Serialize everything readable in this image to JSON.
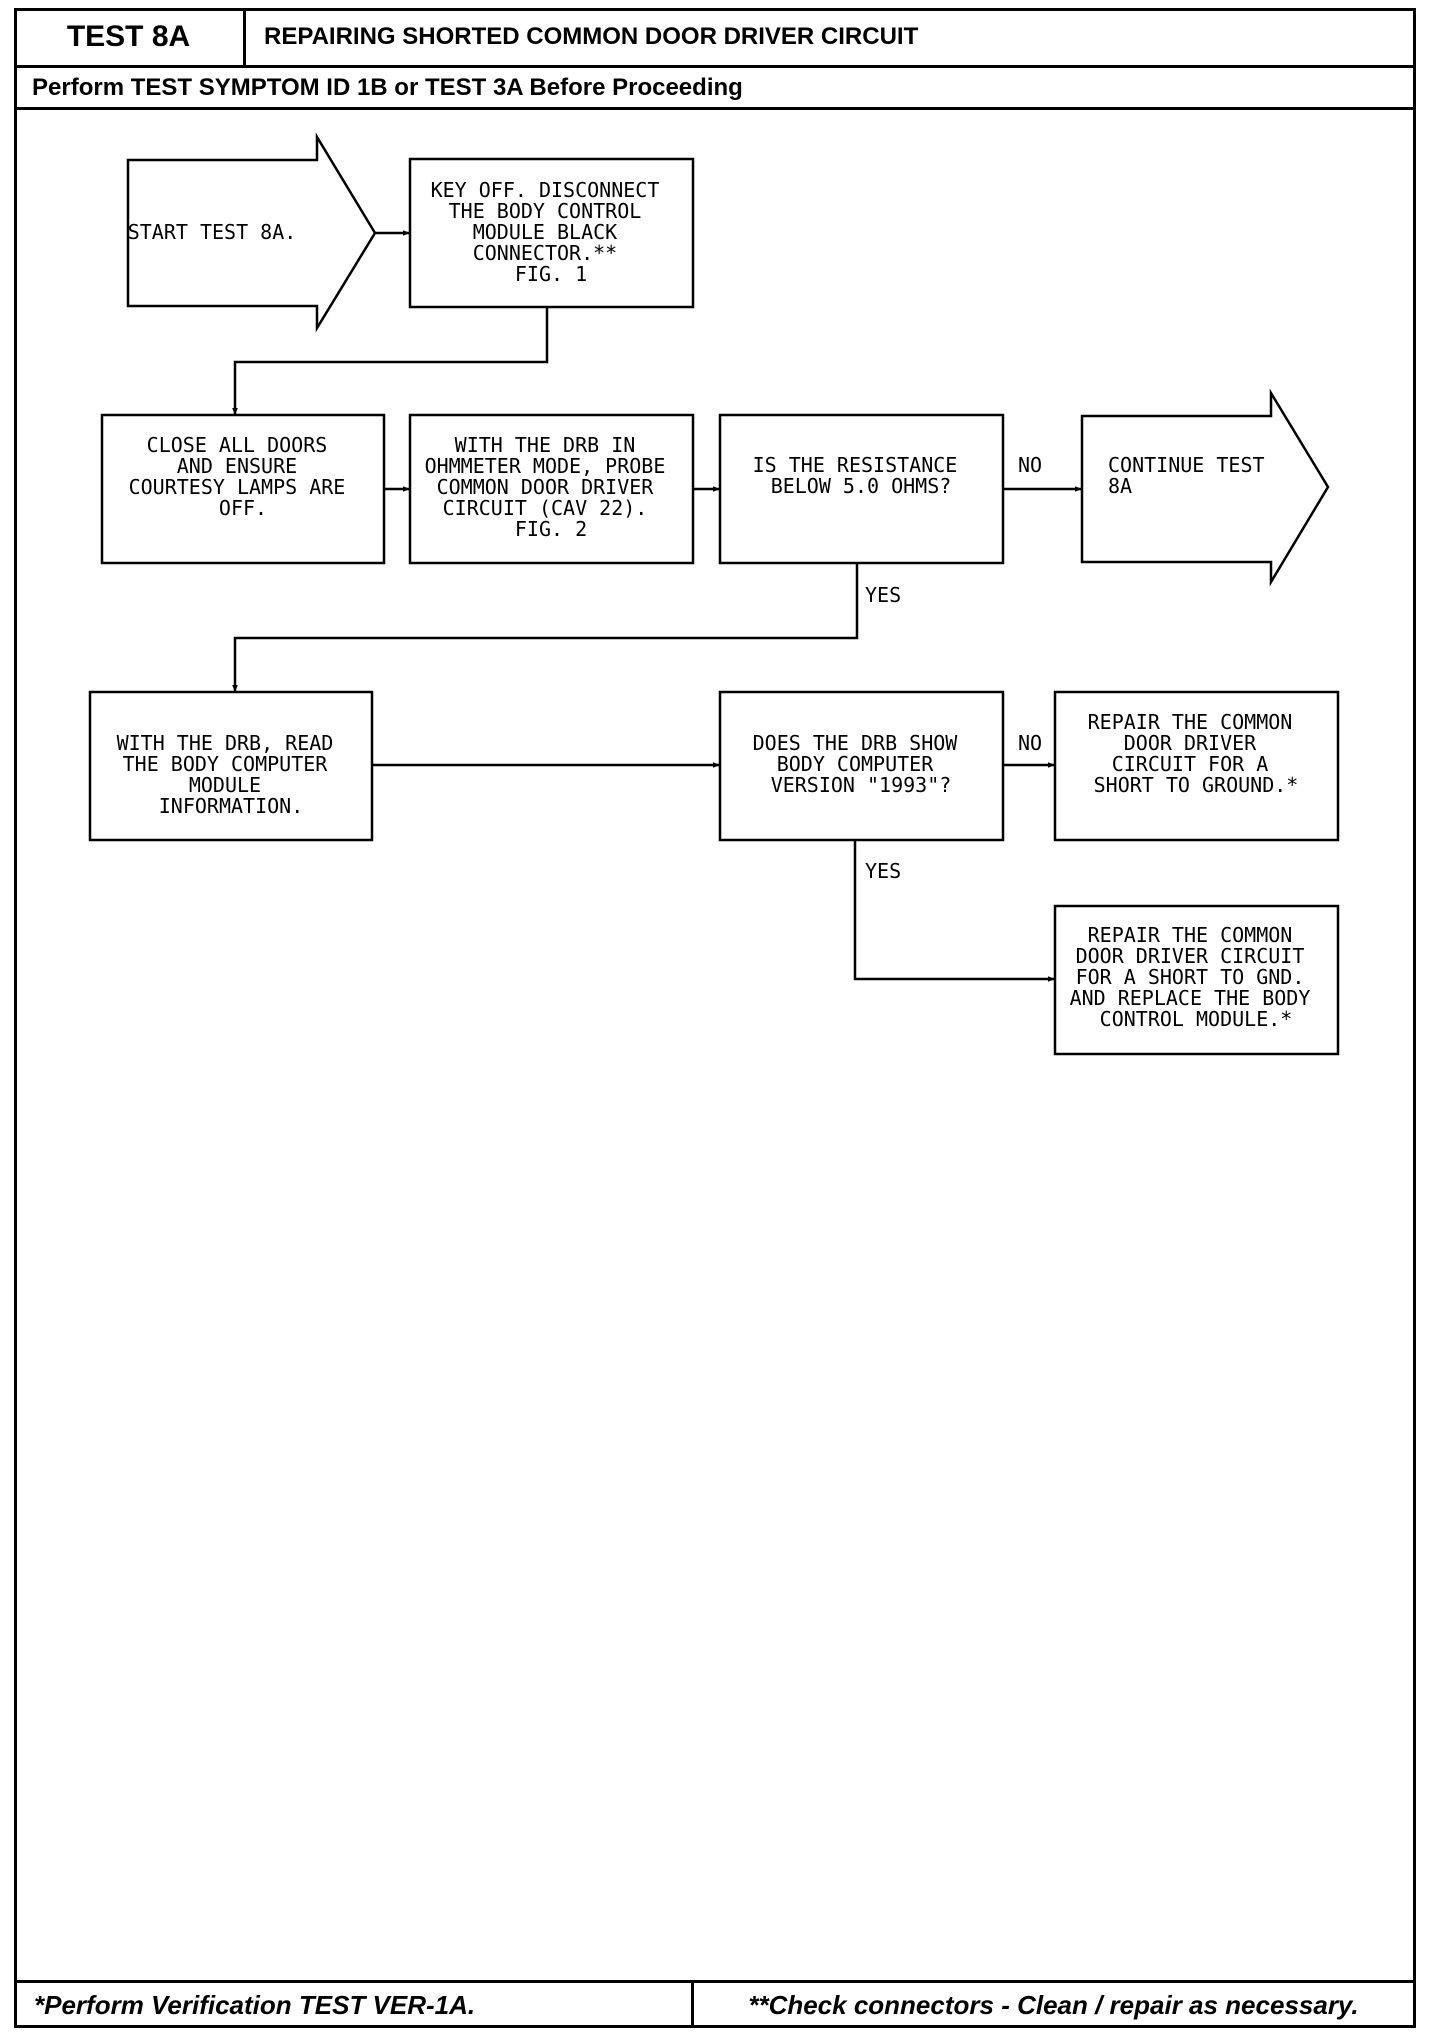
{
  "header": {
    "test_id": "TEST 8A",
    "title": "REPAIRING SHORTED COMMON DOOR DRIVER CIRCUIT",
    "prerequisite": "Perform TEST SYMPTOM ID 1B or TEST 3A Before Proceeding"
  },
  "flow": {
    "start": [
      "START TEST 8A."
    ],
    "disconnect": [
      "KEY OFF. DISCONNECT",
      "THE BODY CONTROL",
      "MODULE BLACK",
      "CONNECTOR.**",
      "FIG. 1"
    ],
    "close_doors": [
      "CLOSE ALL DOORS",
      "AND ENSURE",
      "COURTESY LAMPS ARE",
      "OFF."
    ],
    "probe": [
      "WITH THE DRB IN",
      "OHMMETER MODE, PROBE",
      "COMMON DOOR DRIVER",
      "CIRCUIT (CAV 22).",
      "FIG. 2"
    ],
    "resistance_question": [
      "IS THE RESISTANCE",
      "BELOW 5.0 OHMS?"
    ],
    "continue": [
      "CONTINUE TEST",
      "8A"
    ],
    "read_info": [
      "WITH THE DRB, READ",
      "THE BODY COMPUTER",
      "MODULE",
      "INFORMATION."
    ],
    "version_question": [
      "DOES THE DRB SHOW",
      "BODY COMPUTER",
      "VERSION \"1993\"?"
    ],
    "repair_ground": [
      "REPAIR THE COMMON",
      "DOOR DRIVER",
      "CIRCUIT FOR A",
      "SHORT TO GROUND.*"
    ],
    "repair_replace": [
      "REPAIR THE COMMON",
      "DOOR DRIVER CIRCUIT",
      "FOR A SHORT TO GND.",
      "AND REPLACE THE BODY",
      "CONTROL MODULE.*"
    ],
    "labels": {
      "no_1": "NO",
      "yes_1": "YES",
      "no_2": "NO",
      "yes_2": "YES"
    }
  },
  "footer": {
    "left": "*Perform Verification TEST VER-1A.",
    "right": "**Check connectors - Clean / repair as necessary."
  }
}
